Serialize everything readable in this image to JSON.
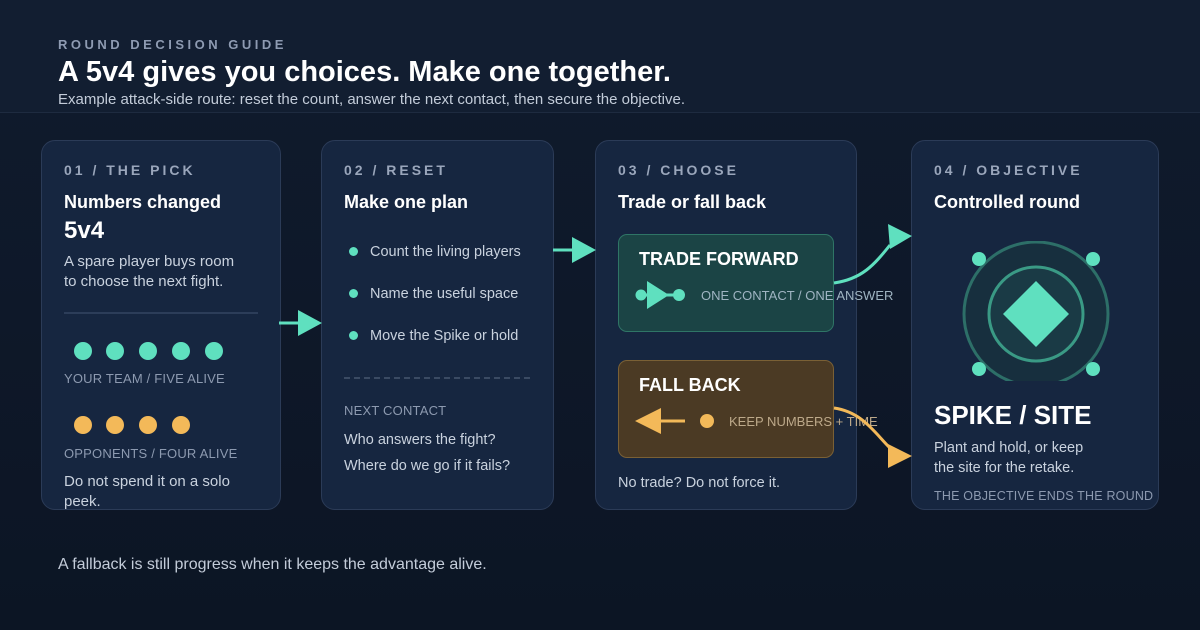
{
  "header": {
    "kicker": "ROUND DECISION GUIDE",
    "title": "A 5v4 gives you choices. Make one together.",
    "subtitle": "Example attack-side route: reset the count, answer the next contact, then secure the objective."
  },
  "cards": [
    {
      "step": "01 / THE PICK",
      "title": "Numbers changed",
      "big": "5v4",
      "desc": [
        "A spare player buys room",
        "to choose the next fight."
      ],
      "team_label": "YOUR TEAM / FIVE ALIVE",
      "team_alive": 5,
      "opp_label": "OPPONENTS / FOUR ALIVE",
      "opp_alive": 4,
      "note": [
        "Do not spend it on a solo",
        "peek."
      ]
    },
    {
      "step": "02 / RESET",
      "title": "Make one plan",
      "bullets": [
        "Count the living players",
        "Name the useful space",
        "Move the Spike or hold"
      ],
      "next_label": "NEXT CONTACT",
      "questions": [
        "Who answers the fight?",
        "Where do we go if it fails?"
      ]
    },
    {
      "step": "03 / CHOOSE",
      "title": "Trade or fall back",
      "trade_title": "TRADE FORWARD",
      "trade_caption": "ONE CONTACT / ONE ANSWER",
      "fallback_title": "FALL BACK",
      "fallback_caption": "KEEP NUMBERS + TIME",
      "note": "No trade? Do not force it."
    },
    {
      "step": "04 / OBJECTIVE",
      "title": "Controlled round",
      "big": "SPIKE / SITE",
      "desc": [
        "Plant and hold, or keep",
        "the site for the retake."
      ],
      "caption": "THE OBJECTIVE ENDS THE ROUND"
    }
  ],
  "footer": "A fallback is still progress when it keeps the advantage alive.",
  "colors": {
    "teal": "#5fe0bf",
    "amber": "#f3b959",
    "background": "#0e1829",
    "card": "#162640"
  }
}
